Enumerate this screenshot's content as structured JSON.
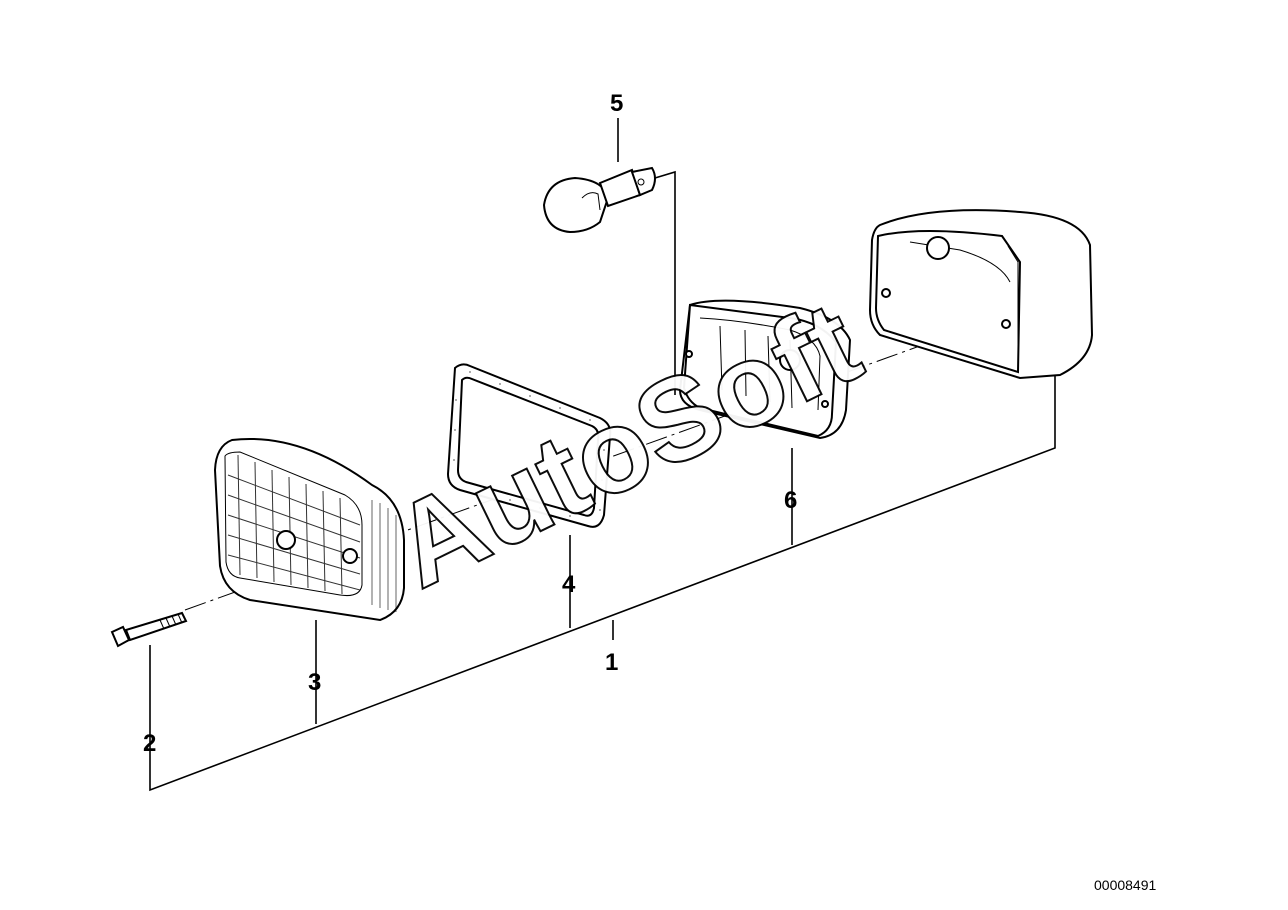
{
  "callouts": {
    "c1": "1",
    "c2": "2",
    "c3": "3",
    "c4": "4",
    "c5": "5",
    "c6": "6"
  },
  "document_number": "00008491",
  "watermark_text": "AutoSoft",
  "parts": [
    {
      "ref": "1",
      "icon": "turn-signal-housing-icon"
    },
    {
      "ref": "2",
      "icon": "screw-icon"
    },
    {
      "ref": "3",
      "icon": "lens-icon"
    },
    {
      "ref": "4",
      "icon": "gasket-icon"
    },
    {
      "ref": "5",
      "icon": "bulb-icon"
    },
    {
      "ref": "6",
      "icon": "bulb-socket-icon"
    }
  ]
}
